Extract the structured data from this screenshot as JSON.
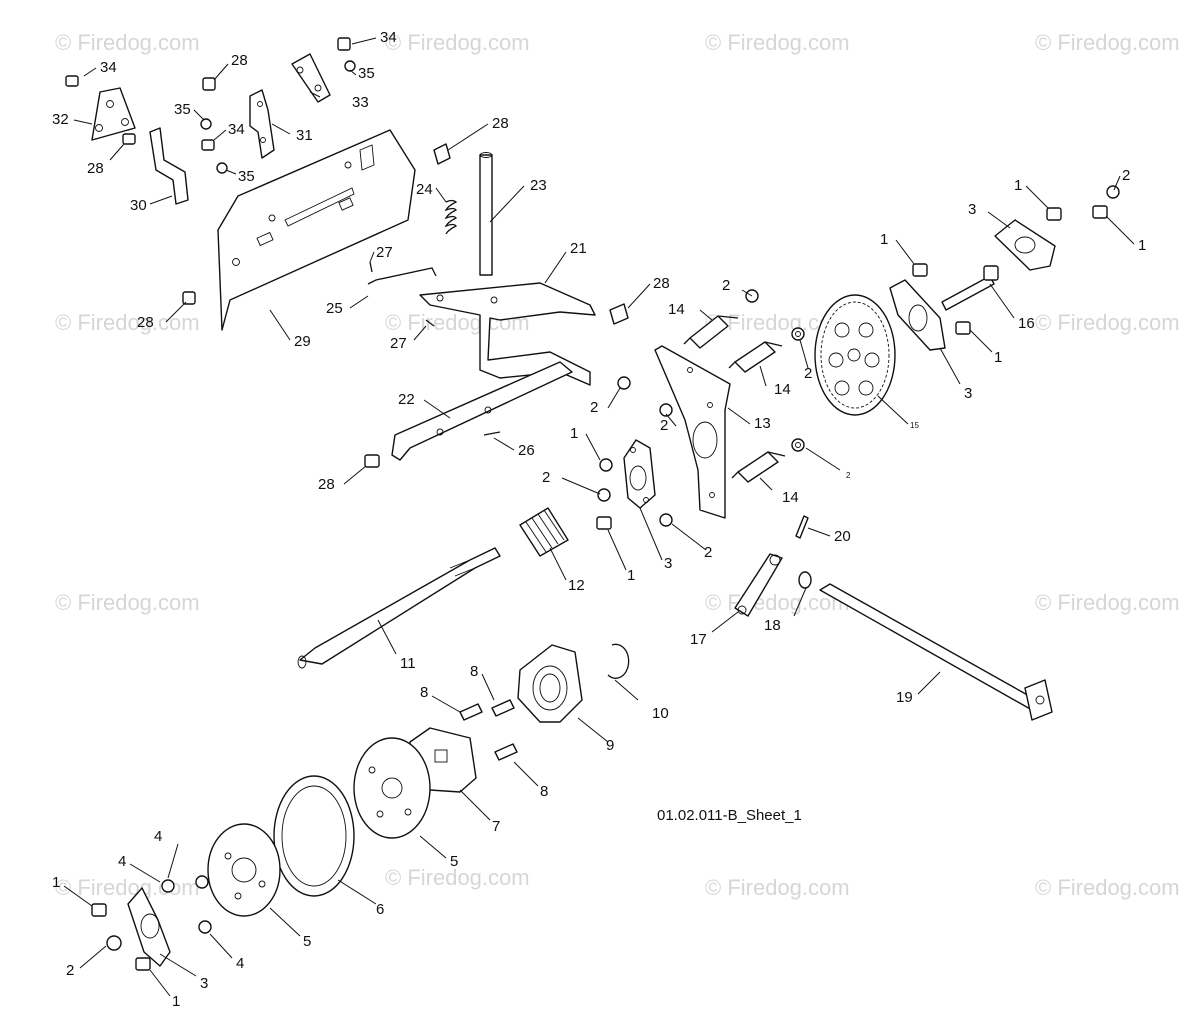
{
  "watermark": "© Firedog.com",
  "sheet_id": "01.02.011-B_Sheet_1",
  "callouts": {
    "c1": "1",
    "c2": "2",
    "c3": "3",
    "c4": "4",
    "c5": "5",
    "c6": "6",
    "c7": "7",
    "c8": "8",
    "c9": "9",
    "c10": "10",
    "c11": "11",
    "c12": "12",
    "c13": "13",
    "c14": "14",
    "c15": "15",
    "c16": "16",
    "c17": "17",
    "c18": "18",
    "c19": "19",
    "c20": "20",
    "c21": "21",
    "c22": "22",
    "c23": "23",
    "c24": "24",
    "c25": "25",
    "c26": "26",
    "c27": "27",
    "c28": "28",
    "c29": "29",
    "c30": "30",
    "c31": "31",
    "c32": "32",
    "c33": "33",
    "c34": "34",
    "c35": "35"
  }
}
